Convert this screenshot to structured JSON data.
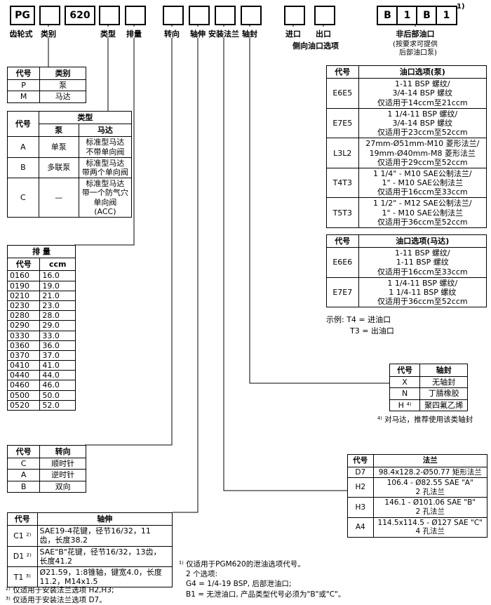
{
  "colors": {
    "text": "#000000",
    "background": "#ffffff",
    "border": "#000000"
  },
  "title_row": {
    "boxes": [
      "PG",
      "",
      "620",
      "",
      "",
      "",
      "",
      "",
      "",
      "",
      "",
      "B",
      "1",
      "B",
      "1"
    ],
    "superscript": "1)"
  },
  "labels": {
    "gear_type": "齿轮式",
    "category": "类别",
    "type": "类型",
    "displacement": "排量",
    "rotation": "转向",
    "shaft": "轴伸",
    "mounting_flange": "安装法兰",
    "shaft_seal": "轴封",
    "inlet": "进口",
    "outlet": "出口",
    "side_port_option": "侧向油口选项",
    "non_rear_port": "非后部油口",
    "rear_port_note_1": "(按要求可提供",
    "rear_port_note_2": "后部油口泵)"
  },
  "tables": {
    "category": {
      "head": [
        [
          "代号",
          "类别"
        ]
      ],
      "widths": [
        45,
        64
      ],
      "rows": [
        [
          "P",
          "泵"
        ],
        [
          "M",
          "马达"
        ]
      ]
    },
    "type": {
      "head": [
        [
          {
            "t": "代号",
            "rs": 2
          },
          {
            "t": "类型",
            "cs": 2
          }
        ],
        [
          "泵",
          "马达"
        ]
      ],
      "widths": [
        44,
        56,
        74
      ],
      "rows": [
        [
          "A",
          "单泵",
          "标准型马达\n不带单向阀"
        ],
        [
          "B",
          "多联泵",
          "标准型马达\n带两个单向阀"
        ],
        [
          "C",
          "—",
          "标准型马达\n带一个防气穴\n单向阀\n(ACC)"
        ]
      ]
    },
    "displacement": {
      "head": [
        [
          {
            "t": "排 量",
            "cs": 2
          }
        ],
        [
          "代号",
          "ccm"
        ]
      ],
      "widths": [
        45,
        49
      ],
      "rows": [
        [
          "0160",
          "16.0"
        ],
        [
          "0190",
          "19.0"
        ],
        [
          "0210",
          "21.0"
        ],
        [
          "0230",
          "23.0"
        ],
        [
          "0280",
          "28.0"
        ],
        [
          "0290",
          "29.0"
        ],
        [
          "0330",
          "33.0"
        ],
        [
          "0360",
          "36.0"
        ],
        [
          "0370",
          "37.0"
        ],
        [
          "0410",
          "41.0"
        ],
        [
          "0440",
          "44.0"
        ],
        [
          "0460",
          "46.0"
        ],
        [
          "0500",
          "50.0"
        ],
        [
          "0520",
          "52.0"
        ]
      ]
    },
    "rotation": {
      "head": [
        [
          "代号",
          "转向"
        ]
      ],
      "widths": [
        45,
        64
      ],
      "rows": [
        [
          "C",
          "顺时针"
        ],
        [
          "A",
          "逆时针"
        ],
        [
          "B",
          "双向"
        ]
      ]
    },
    "shaft": {
      "head": [
        [
          "代号",
          "轴伸"
        ]
      ],
      "widths": [
        42,
        190
      ],
      "rows": [
        [
          "C1 ²⁾",
          "SAE19-4花键，径节16/32，11\n齿，长度38.2"
        ],
        [
          "D1 ²⁾",
          "SAE\"B\"花键，径节16/32，13齿，\n长度41.2"
        ],
        [
          "T1 ³⁾",
          "Ø21.59，1:8锥轴，键宽4.0，长度\n11.2，M14x1.5"
        ]
      ]
    },
    "ports_pump": {
      "head": [
        [
          "代号",
          "油口选项(泵)"
        ]
      ],
      "widths": [
        45,
        180
      ],
      "rows": [
        [
          "E6E5",
          "1-11 BSP 螺纹/\n3/4-14 BSP 螺纹\n仅适用于14ccm至21ccm"
        ],
        [
          "E7E5",
          "1 1/4-11 BSP 螺纹/\n3/4-14 BSP 螺纹\n仅适用于23ccm至52ccm"
        ],
        [
          "L3L2",
          "27mm-Ø51mm-M10 菱形法兰/\n19mm-Ø40mm-M8 菱形法兰\n仅适用于29ccm至52ccm"
        ],
        [
          "T4T3",
          "1 1/4\" - M10 SAE公制法兰/\n1\" - M10 SAE公制法兰\n仅适用于16ccm至33ccm"
        ],
        [
          "T5T3",
          "1 1/2\" - M12 SAE公制法兰/\n1\" - M10 SAE公制法兰\n仅适用于36ccm至52ccm"
        ]
      ]
    },
    "ports_motor": {
      "head": [
        [
          "代号",
          "油口选项(马达)"
        ]
      ],
      "widths": [
        45,
        180
      ],
      "rows": [
        [
          "E6E6",
          "1-11 BSP 螺纹/\n1-11 BSP 螺纹\n仅适用于16ccm至33ccm"
        ],
        [
          "E7E7",
          "1 1/4-11 BSP 螺纹/\n1 1/4-11 BSP 螺纹\n仅适用于36ccm至52ccm"
        ]
      ]
    },
    "seal": {
      "head": [
        [
          "代号",
          "轴封"
        ]
      ],
      "widths": [
        42,
        66
      ],
      "rows": [
        [
          "X",
          "无轴封"
        ],
        [
          "N",
          "丁腈橡胶"
        ],
        [
          "H ⁴⁾",
          "聚四氟乙烯"
        ]
      ]
    },
    "flange": {
      "head": [
        [
          "代号",
          "法兰"
        ]
      ],
      "widths": [
        36,
        160
      ],
      "rows": [
        [
          "D7",
          "98.4x128.2-Ø50.77 矩形法兰"
        ],
        [
          "H2",
          "106.4 - Ø82.55 SAE \"A\"\n2 孔法兰"
        ],
        [
          "H3",
          "146.1 - Ø101.06 SAE \"B\"\n2 孔法兰"
        ],
        [
          "A4",
          "114.5x114.5 - Ø127 SAE \"C\"\n4 孔法兰"
        ]
      ]
    }
  },
  "notes": {
    "port_example_1": "示例:  T4 = 进油口",
    "port_example_2": "T3 = 出油口",
    "seal_note": "⁴⁾ 对马达，推荐使用该类轴封",
    "footnote_1a": "¹⁾ 仅适用于PGM620的泄油选项代号。",
    "footnote_1b": "2 个选项:",
    "footnote_1c": "G4 = 1/4-19 BSP, 后部泄油口;",
    "footnote_1d": "B1 = 无泄油口, 产品类型代号必须为\"B\"或\"C\"。",
    "footnote_2": "²⁾ 仅适用于安装法兰选项 H2,H3;",
    "footnote_3": "³⁾ 仅适用于安装法兰选项 D7。"
  }
}
